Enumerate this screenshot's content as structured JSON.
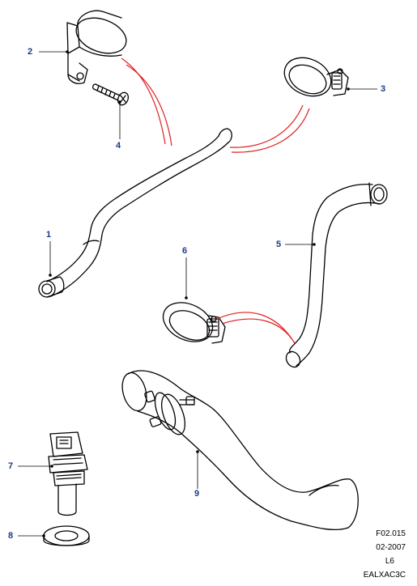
{
  "callouts": {
    "c1": "1",
    "c2": "2",
    "c3": "3",
    "c4": "4",
    "c5": "5",
    "c6": "6",
    "c7": "7",
    "c8": "8",
    "c9": "9"
  },
  "footer": {
    "ref": "F02.015",
    "date": "02-2007",
    "model": "L6",
    "code": "EALXAC3C"
  },
  "colors": {
    "callout_text": "#1a3a8a",
    "leader_line": "#000000",
    "connector_line": "#e02020",
    "part_outline": "#000000"
  }
}
